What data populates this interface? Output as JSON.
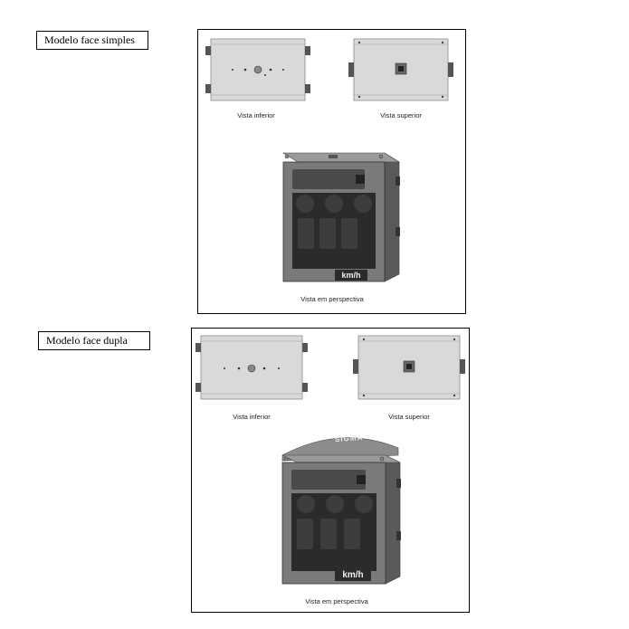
{
  "sections": [
    {
      "model_label": "Modelo face simples",
      "caption_bottom": "Vista inferior",
      "caption_top": "Vista superior",
      "caption_perspective": "Vista em perspectiva",
      "display_unit": "km/h"
    },
    {
      "model_label": "Modelo face dupla",
      "caption_bottom": "Vista inferior",
      "caption_top": "Vista superior",
      "caption_perspective": "Vista em perspectiva",
      "display_unit": "km/h",
      "top_logo_text": "SIGMA"
    }
  ],
  "colors": {
    "plate": "#d9d9d9",
    "plate_edge": "#8a8a8a",
    "cabinet": "#7a7a7a",
    "cabinet_dark": "#4a4a4a",
    "display": "#2b2b2b",
    "digit": "#3d3d3d"
  }
}
